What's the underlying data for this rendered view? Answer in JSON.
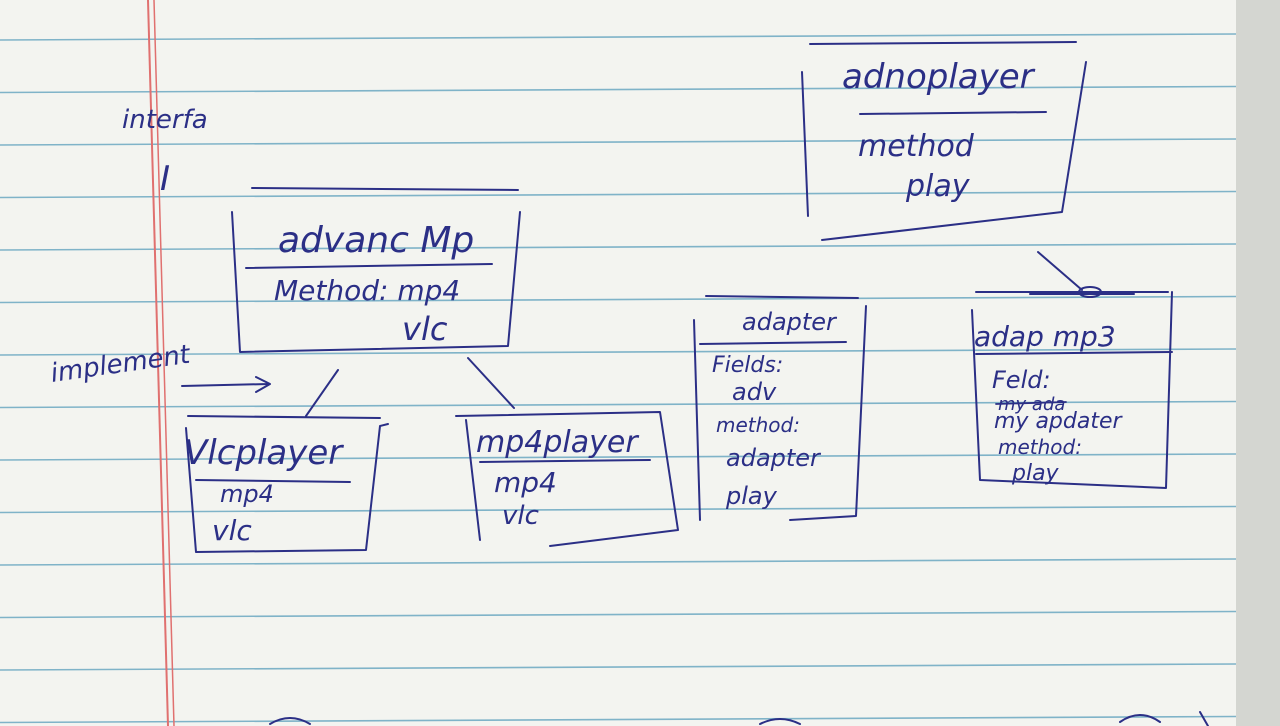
{
  "annotations": {
    "interface_label": "interfa",
    "interface_symbol": "I",
    "implement_label": "implement"
  },
  "boxes": {
    "advanc_mp": {
      "title": "advanc Mp",
      "lines": [
        "Method: mp4",
        "vlc"
      ]
    },
    "vlc_player": {
      "title": "Vlcplayer",
      "lines": [
        "mp4",
        "vlc"
      ]
    },
    "mp4_player": {
      "title": "mp4player",
      "lines": [
        "mp4",
        "vlc"
      ]
    },
    "adap_player": {
      "title": "adnoplayer",
      "lines": [
        "method",
        "play"
      ]
    },
    "adapter": {
      "title": "adapter",
      "lines": [
        "Fields:",
        "adv",
        "method:",
        "adapter",
        "play"
      ]
    },
    "adap_mp3": {
      "title": "adap mp3",
      "lines": [
        "Feld:",
        "my ada",
        "my apdater",
        "method:",
        "play"
      ],
      "struck_line_index": 1
    }
  },
  "colors": {
    "ink": "#2b2f86",
    "rule_line": "#7fb3c8",
    "margin_line": "#e0706f",
    "paper": "#f3f4f0"
  }
}
